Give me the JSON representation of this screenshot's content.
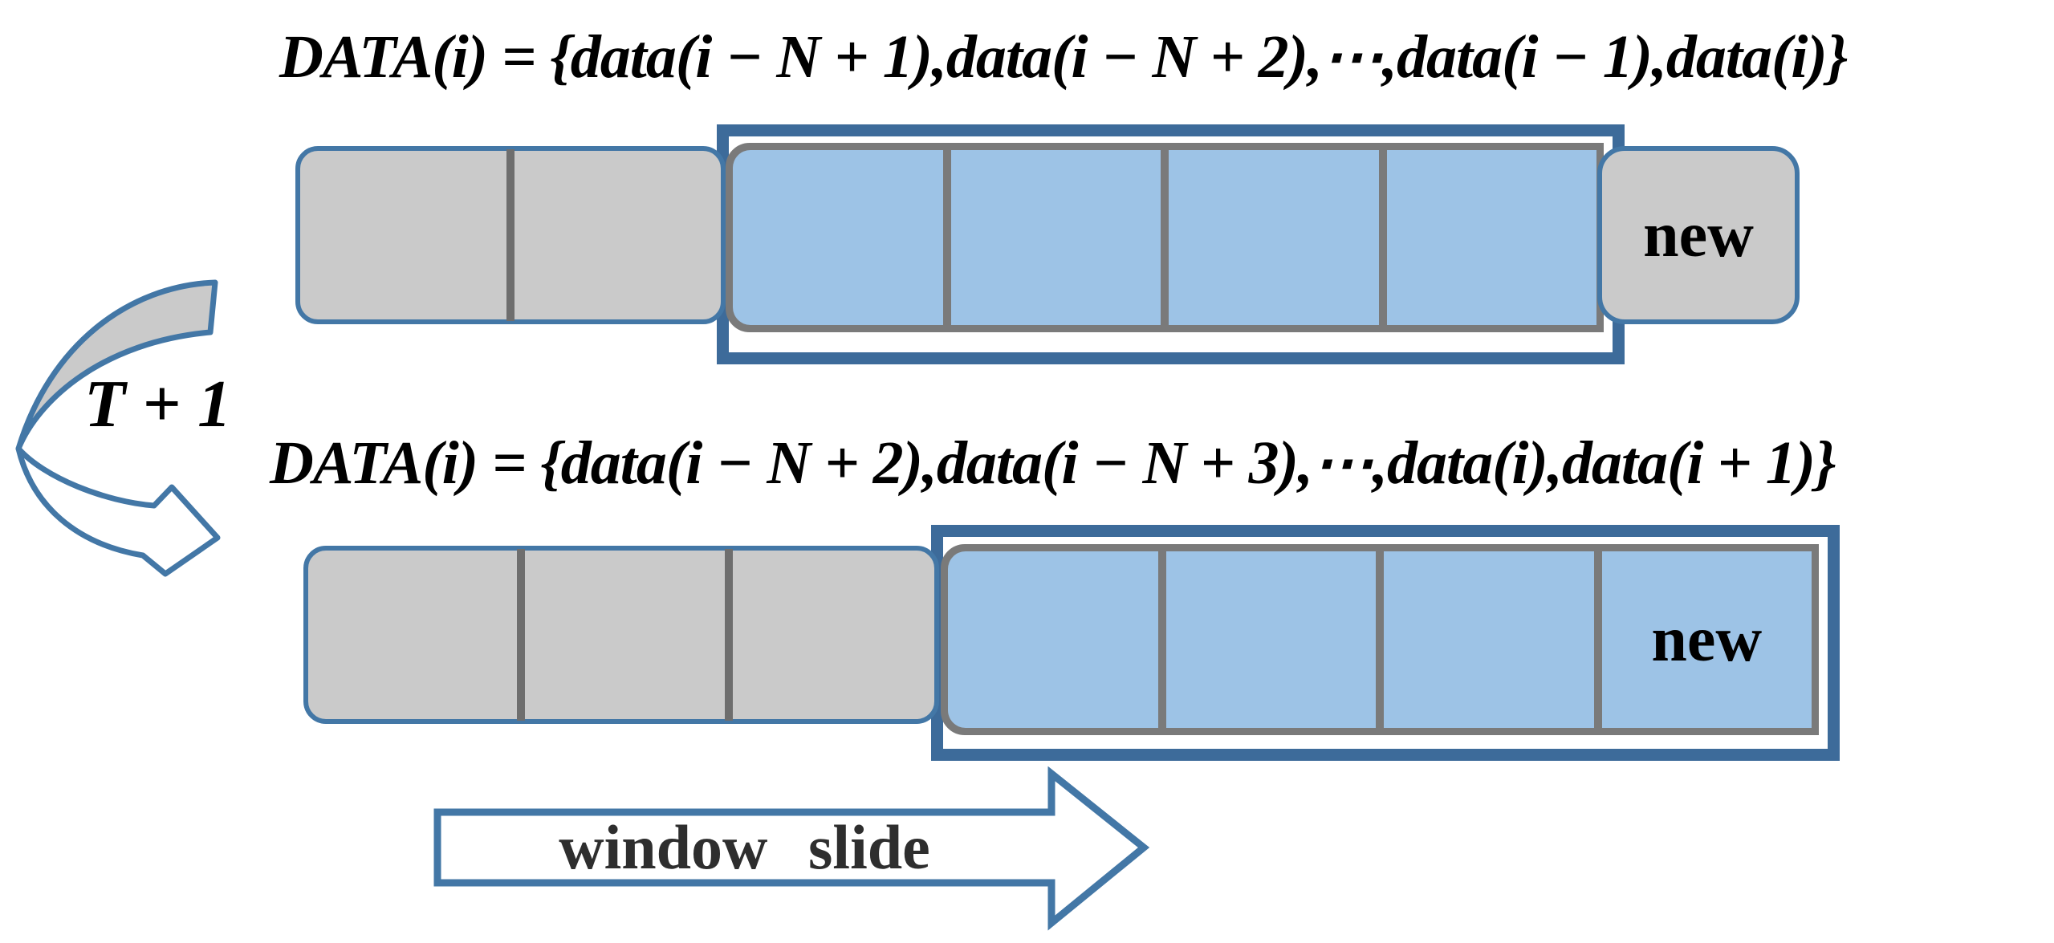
{
  "formulas": {
    "top": "DATA(i) = {data(i − N + 1),data(i − N + 2),⋯,data(i − 1),data(i)}",
    "bottom": "DATA(i) = {data(i − N + 2),data(i − N + 3),⋯,data(i),data(i + 1)}"
  },
  "labels": {
    "iteration": "T + 1",
    "new_top": "new",
    "new_bottom": "new",
    "slide": "window slide"
  },
  "diagram": {
    "row1": {
      "gray_cell_count": 2,
      "window_cell_count": 4,
      "new_cell": "gray box outside right edge of window, labeled new"
    },
    "row2": {
      "gray_cell_count": 3,
      "window_cell_count": 4,
      "new_cell": "last blue cell inside window, labeled new"
    }
  },
  "colors": {
    "window_frame": "#3d6b9a",
    "box_border": "#4377a6",
    "cell_blue": "#9dc3e6",
    "cell_gray": "#cacaca",
    "cell_border_gray": "#7a7a7a",
    "divider_gray": "#6e6e6e",
    "slide_text": "#2e2e2e"
  }
}
